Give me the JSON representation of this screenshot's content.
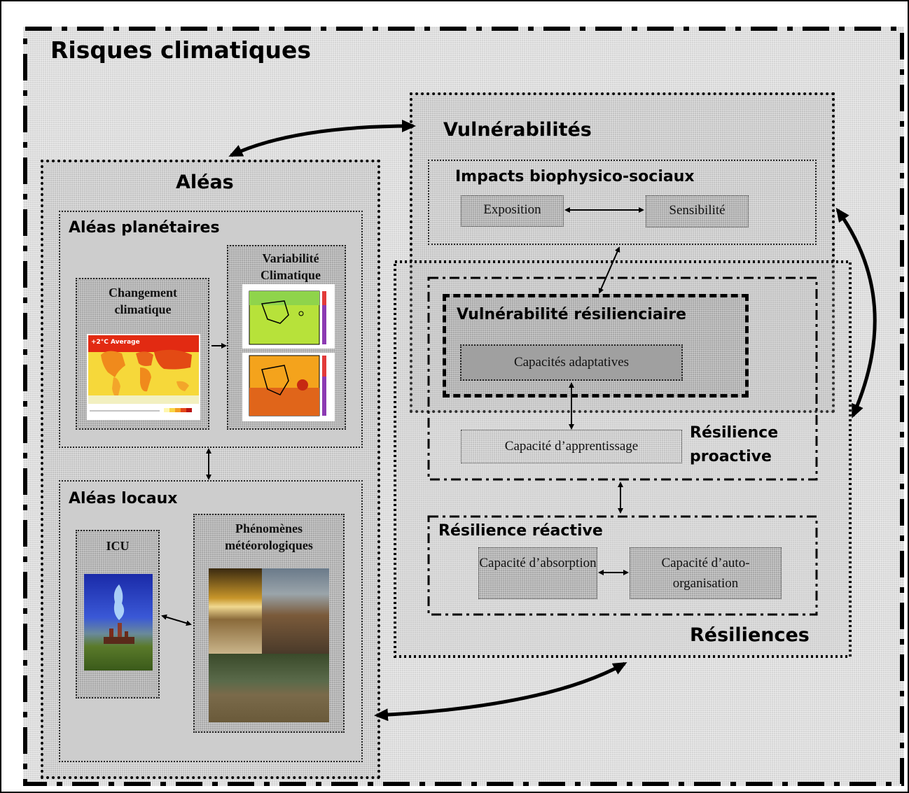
{
  "title": "Risques climatiques",
  "aleas": {
    "title": "Aléas",
    "planetaires": {
      "title": "Aléas planétaires",
      "changement": "Changement climatique",
      "map_label": "+2°C Average",
      "variabilite": "Variabilité Climatique"
    },
    "locaux": {
      "title": "Aléas locaux",
      "icu": "ICU",
      "phenomenes": "Phénomènes météorologiques"
    }
  },
  "vulnerabilites": {
    "title": "Vulnérabilités",
    "impacts": {
      "title": "Impacts biophysico-sociaux",
      "exposition": "Exposition",
      "sensibilite": "Sensibilité"
    }
  },
  "vulnerabilite_resilienciaire": {
    "title": "Vulnérabilité résilienciaire",
    "capacites_adaptatives": "Capacités adaptatives"
  },
  "resilience_proactive": {
    "title": "Résilience proactive",
    "capacite_apprentissage": "Capacité d’apprentissage"
  },
  "resilience_reactive": {
    "title": "Résilience réactive",
    "capacite_absorption": "Capacité d’absorption",
    "capacite_auto_organisation": "Capacité d’auto-organisation"
  },
  "resiliences": {
    "title": "Résiliences"
  }
}
